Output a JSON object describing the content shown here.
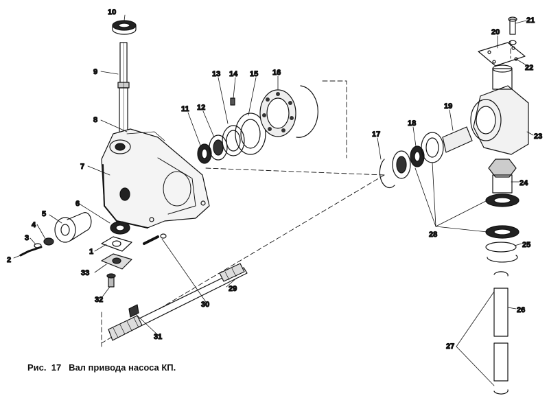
{
  "figure": {
    "caption_prefix": "Рис.",
    "caption_number": "17",
    "caption_title": "Вал привода насоса КП."
  },
  "callouts": [
    "1",
    "2",
    "3",
    "4",
    "5",
    "6",
    "7",
    "8",
    "9",
    "10",
    "11",
    "12",
    "13",
    "14",
    "15",
    "16",
    "17",
    "18",
    "19",
    "20",
    "21",
    "22",
    "23",
    "24",
    "25",
    "26",
    "27",
    "28",
    "29",
    "30",
    "31",
    "32",
    "33"
  ]
}
